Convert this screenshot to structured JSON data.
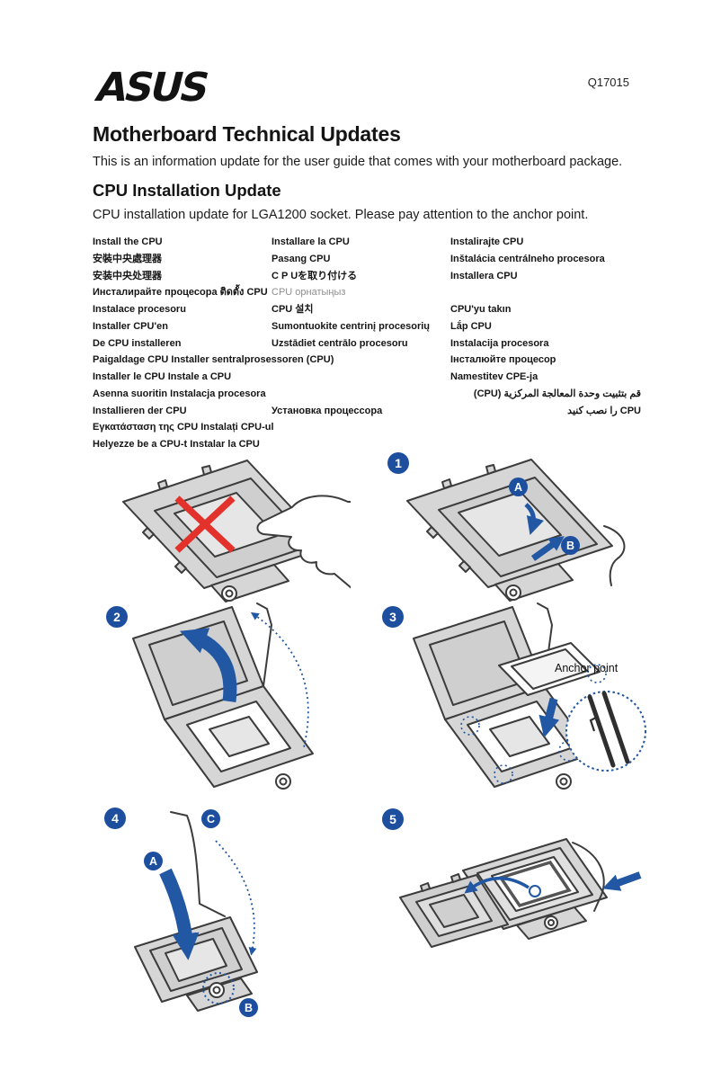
{
  "page": {
    "logo_text": "ASUS",
    "doc_code": "Q17015",
    "title": "Motherboard Technical Updates",
    "intro": "This is an information update for the user guide that comes with your motherboard package.",
    "section_heading": "CPU Installation Update",
    "section_description": "CPU installation update for LGA1200 socket. Please pay attention to the anchor point."
  },
  "translations": {
    "rows": [
      {
        "c1": "Install the CPU",
        "c2": "Installare la CPU",
        "c3": "Instalirajte CPU"
      },
      {
        "c1": "安裝中央處理器",
        "c2": "Pasang CPU",
        "c3": "Inštalácia centrálneho procesora"
      },
      {
        "c1": "安装中央处理器",
        "c2": "C P Uを取り付ける",
        "c3": "Installera CPU"
      },
      {
        "c1": "Инсталирайте процесора ติดตั้ง CPU",
        "c2": "CPU орнатыңыз",
        "c3": ""
      },
      {
        "c1": "Instalace procesoru",
        "c2": "CPU 설치",
        "c3": "CPU'yu takın"
      },
      {
        "c1": "Installer CPU'en",
        "c2": "Sumontuokite centrinį procesorių",
        "c3": "Lắp CPU"
      },
      {
        "c1": "De CPU installeren",
        "c2": "Uzstādiet centrālo procesoru",
        "c3": "Instalacija procesora"
      },
      {
        "c1": "Paigaldage CPU Installer sentralprosessoren (CPU)",
        "c2": "",
        "c3": "Інсталюйте процесор"
      },
      {
        "c1": "Installer le CPU Instale a CPU",
        "c2": "",
        "c3": "Namestitev CPE-ja"
      },
      {
        "c1": "Asenna suoritin Instalacja procesora",
        "c2": "",
        "c3": "قم بتثبيت وحدة المعالجة المركزية (CPU)"
      },
      {
        "c1": "Installieren der CPU",
        "c2": "Установка процессора",
        "c3": "CPU را نصب كنيد"
      },
      {
        "c1": "Εγκατάσταση της CPU Instalați CPU-ul",
        "c2": "",
        "c3": ""
      },
      {
        "c1": "Helyezze be a CPU-t Instalar la CPU",
        "c2": "",
        "c3": ""
      }
    ]
  },
  "figures": {
    "anchor_point_label": "Anchor point",
    "step_numbers": {
      "s1": "1",
      "s2": "2",
      "s3": "3",
      "s4": "4",
      "s5": "5"
    },
    "markers": {
      "a": "A",
      "b": "B",
      "c": "C"
    },
    "colors": {
      "badge_blue": "#1d4f9e",
      "arrow_blue": "#2257a4",
      "warning_red": "#e3312b"
    }
  }
}
